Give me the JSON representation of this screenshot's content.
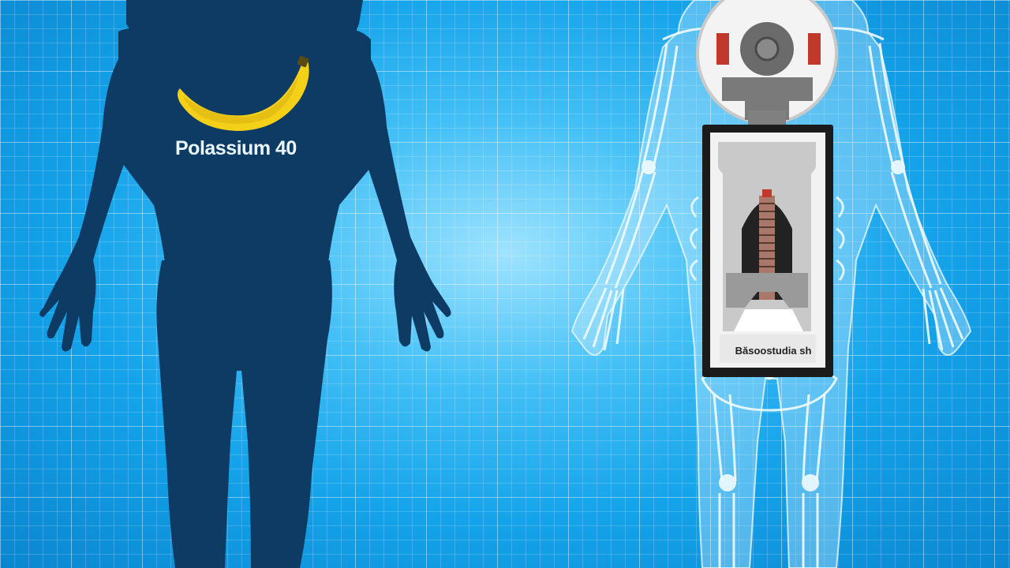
{
  "scene": {
    "left_figure_label": "Polassium 40",
    "device_label": "Băsoostudia sh",
    "icons": [
      "banana-icon",
      "human-silhouette",
      "skeleton-xray",
      "radiation-detector-device"
    ],
    "colors": {
      "background": "#14a3ea",
      "silhouette": "#0d3b63",
      "banana": "#f4d019",
      "xray_body": "#bfe9ff",
      "device_frame": "#1b1b1b",
      "accent_red": "#c0392b"
    }
  }
}
